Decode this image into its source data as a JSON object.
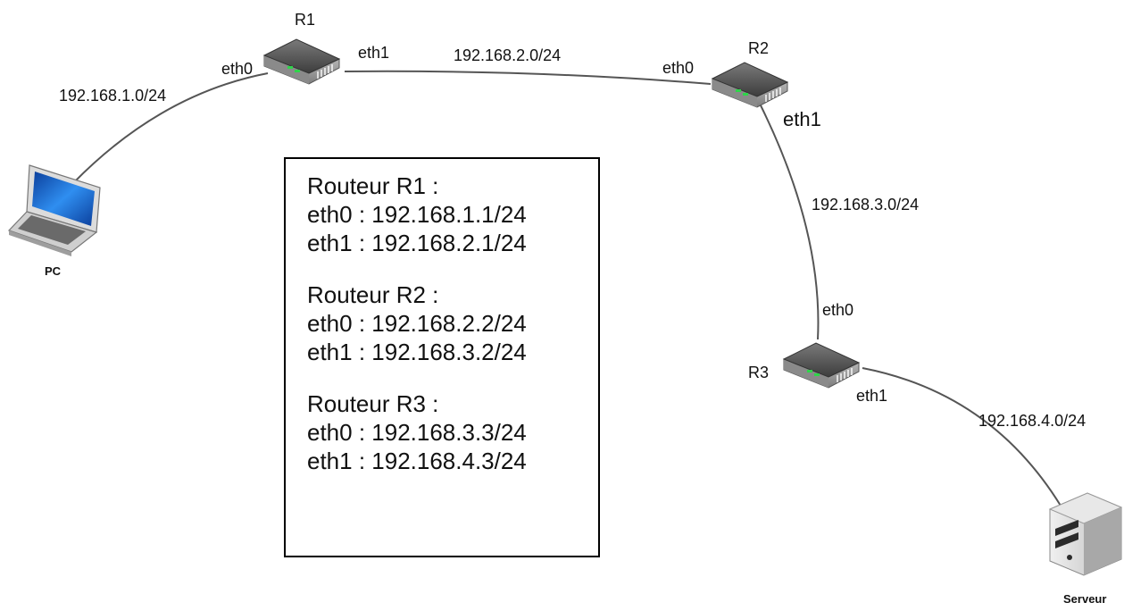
{
  "nodes": {
    "r1": {
      "label": "R1",
      "eth0": "eth0",
      "eth1": "eth1"
    },
    "r2": {
      "label": "R2",
      "eth0": "eth0",
      "eth1": "eth1"
    },
    "r3": {
      "label": "R3",
      "eth0": "eth0",
      "eth1": "eth1"
    },
    "pc": {
      "label": "PC"
    },
    "server": {
      "label": "Serveur"
    }
  },
  "networks": {
    "pc_r1": "192.168.1.0/24",
    "r1_r2": "192.168.2.0/24",
    "r2_r3": "192.168.3.0/24",
    "r3_server": "192.168.4.0/24"
  },
  "config": [
    {
      "title": "Routeur R1 :",
      "eth0": "eth0 : 192.168.1.1/24",
      "eth1": "eth1 : 192.168.2.1/24"
    },
    {
      "title": "Routeur R2 :",
      "eth0": "eth0 : 192.168.2.2/24",
      "eth1": "eth1 : 192.168.3.2/24"
    },
    {
      "title": "Routeur R3 :",
      "eth0": "eth0 : 192.168.3.3/24",
      "eth1": "eth1 : 192.168.4.3/24"
    }
  ],
  "colors": {
    "link": "#555555",
    "router_top": "#4a4a4a",
    "router_side": "#2b2b2b",
    "screen": "#1a6fd1"
  },
  "icons": {
    "router": "router-icon",
    "pc": "laptop-icon",
    "server": "server-icon"
  }
}
